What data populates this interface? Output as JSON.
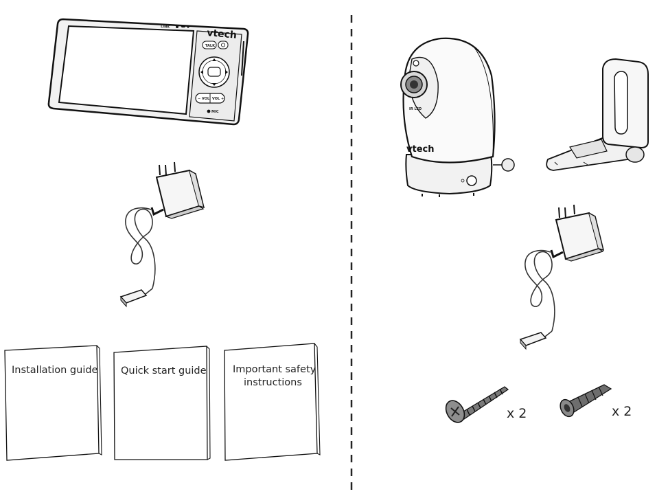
{
  "monitor": {
    "brand": "vtech",
    "link_label": "LINK",
    "talk_label": "TALK",
    "vol_minus_label": "− VOL",
    "vol_plus_label": "VOL +",
    "mic_label": "MIC"
  },
  "camera": {
    "brand": "vtech",
    "ir_label": "IR LED"
  },
  "booklets": [
    {
      "line1": "Installation guide",
      "line2": ""
    },
    {
      "line1": "Quick start  guide",
      "line2": ""
    },
    {
      "line1": "Important safety",
      "line2": "instructions"
    }
  ],
  "accessories": {
    "screw_count": "x 2",
    "anchor_count": "x 2"
  }
}
